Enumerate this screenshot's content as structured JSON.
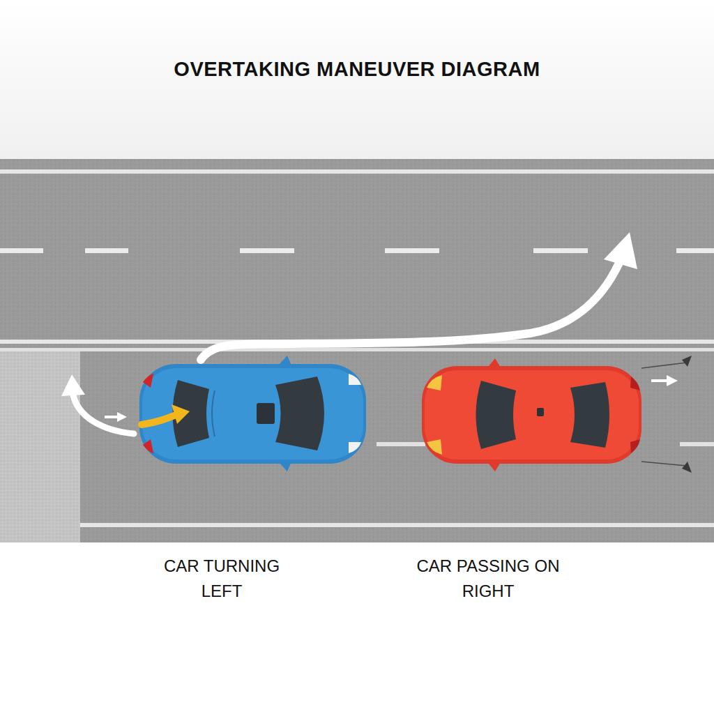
{
  "diagram": {
    "title": "OVERTAKING MANEUVER DIAGRAM",
    "labels": [
      "CAR TURNING LEFT",
      "CAR PASSING ON RIGHT"
    ]
  }
}
